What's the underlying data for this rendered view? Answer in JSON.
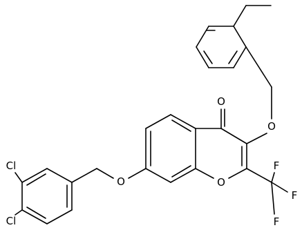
{
  "atoms": {
    "carbonyl_o": "O",
    "aryl_ether_o": "O",
    "ring_o": "O",
    "benzyl_ether_o": "O",
    "f_top": "F",
    "f_right": "F",
    "f_bottom": "F",
    "cl_upper": "Cl",
    "cl_lower": "Cl"
  },
  "colors": {
    "bond": "#000000",
    "label": "#000000",
    "background": "#ffffff"
  }
}
